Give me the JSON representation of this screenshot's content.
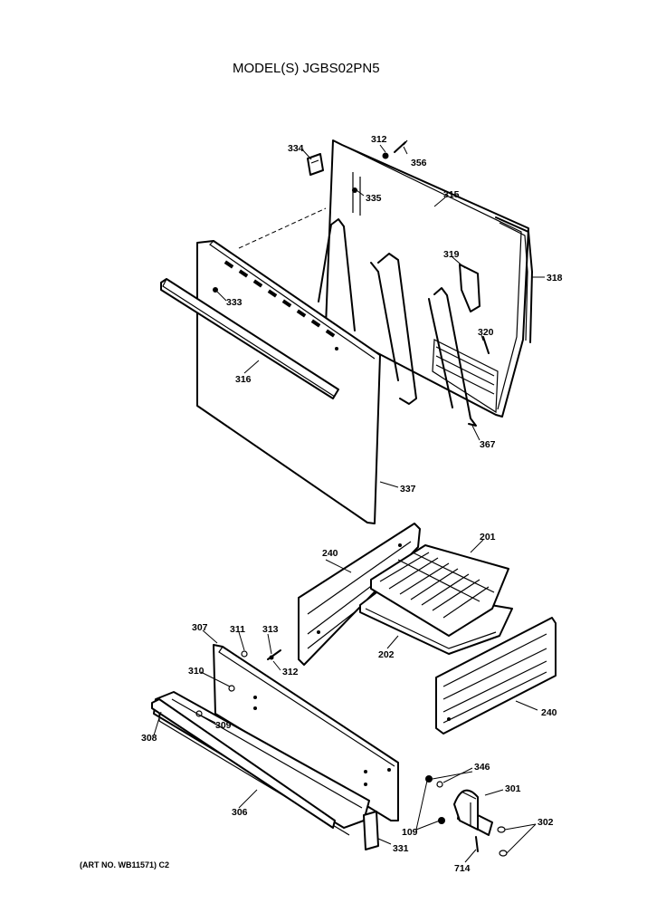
{
  "title": "MODEL(S) JGBS02PN5",
  "footer": "(ART NO. WB11571) C2",
  "labels": {
    "p334": "334",
    "p312a": "312",
    "p356": "356",
    "p335": "335",
    "p315": "315",
    "p319": "319",
    "p318": "318",
    "p333": "333",
    "p320": "320",
    "p316": "316",
    "p367": "367",
    "p337": "337",
    "p240a": "240",
    "p201": "201",
    "p307": "307",
    "p311": "311",
    "p313": "313",
    "p312b": "312",
    "p310": "310",
    "p202": "202",
    "p309": "309",
    "p308": "308",
    "p240b": "240",
    "p346": "346",
    "p301": "301",
    "p306": "306",
    "p302": "302",
    "p109": "109",
    "p331": "331",
    "p714": "714"
  }
}
